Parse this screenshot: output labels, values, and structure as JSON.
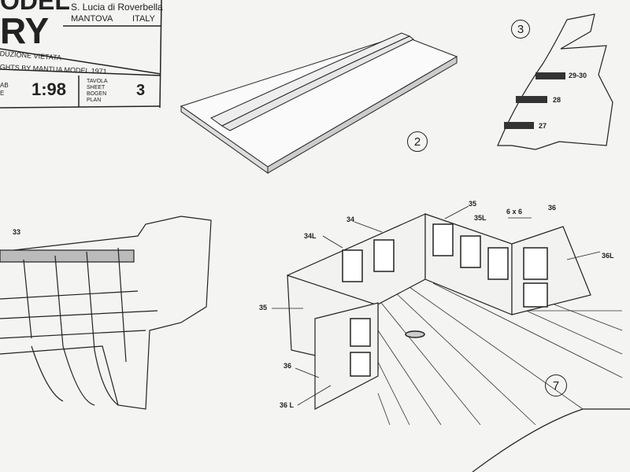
{
  "title_block": {
    "brand_fragment": "ODEL",
    "address_line1": "S. Lucia di Roverbella",
    "city": "MANTOVA",
    "country": "ITALY",
    "ship_name_fragment": "RY",
    "notice_line1": "DUZIONE VIETATA",
    "notice_line2": "GHTS BY MANTUA MODEL 1971",
    "scale_label_line1": "AB",
    "scale_label_line2": "E",
    "scale": "1:98",
    "sheet_labels": [
      "TAVOLA",
      "SHEET",
      "BOGEN",
      "PLAN"
    ],
    "sheet_number": "3"
  },
  "figures": {
    "fig2": {
      "number": "2"
    },
    "fig3": {
      "number": "3",
      "labels": [
        "29-30",
        "28",
        "27"
      ]
    },
    "fig7": {
      "number": "7",
      "labels": {
        "p35_top": "35",
        "p34": "34",
        "p34L": "34L",
        "p35L": "35L",
        "size": "6 x 6",
        "p36_top": "36",
        "p36L_right": "36L",
        "p35_left": "35",
        "p36_left": "36",
        "p36L_left": "36 L"
      }
    },
    "hull": {
      "label": "33"
    }
  }
}
